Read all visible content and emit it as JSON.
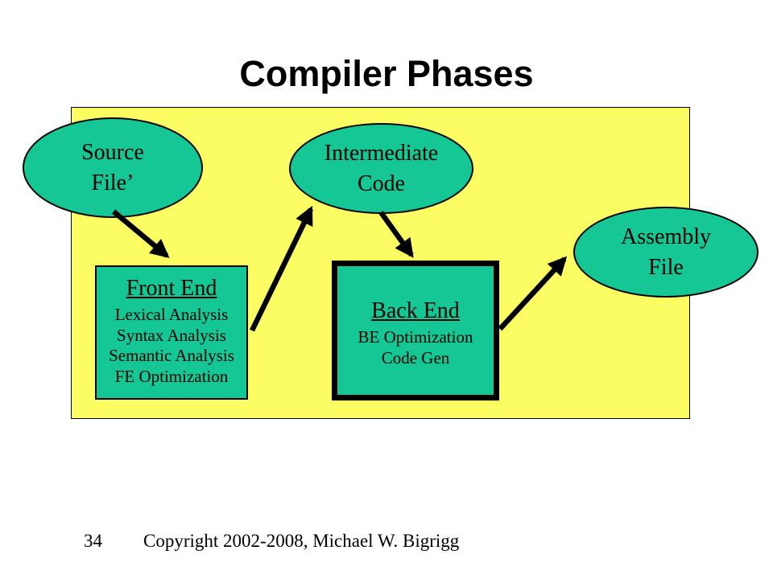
{
  "slide": {
    "title": "Compiler Phases",
    "page_number": "34",
    "copyright": "Copyright 2002-2008, Michael W. Bigrigg"
  },
  "colors": {
    "node_green": "#14C794",
    "panel_yellow": "#FCFC63",
    "outline": "#000000"
  },
  "diagram": {
    "nodes": [
      {
        "id": "source-file",
        "shape": "ellipse",
        "line1": "Source",
        "line2": "File’"
      },
      {
        "id": "intermediate-code",
        "shape": "ellipse",
        "line1": "Intermediate",
        "line2": "Code"
      },
      {
        "id": "assembly-file",
        "shape": "ellipse",
        "line1": "Assembly",
        "line2": "File"
      },
      {
        "id": "front-end",
        "shape": "rect",
        "title": "Front End",
        "items": [
          "Lexical Analysis",
          "Syntax Analysis",
          "Semantic Analysis",
          "FE Optimization"
        ]
      },
      {
        "id": "back-end",
        "shape": "rect-thick",
        "title": "Back End",
        "items": [
          "BE Optimization",
          "Code Gen"
        ]
      }
    ],
    "edges": [
      {
        "from": "source-file",
        "to": "front-end"
      },
      {
        "from": "front-end",
        "to": "intermediate-code"
      },
      {
        "from": "intermediate-code",
        "to": "back-end"
      },
      {
        "from": "back-end",
        "to": "assembly-file"
      }
    ]
  }
}
